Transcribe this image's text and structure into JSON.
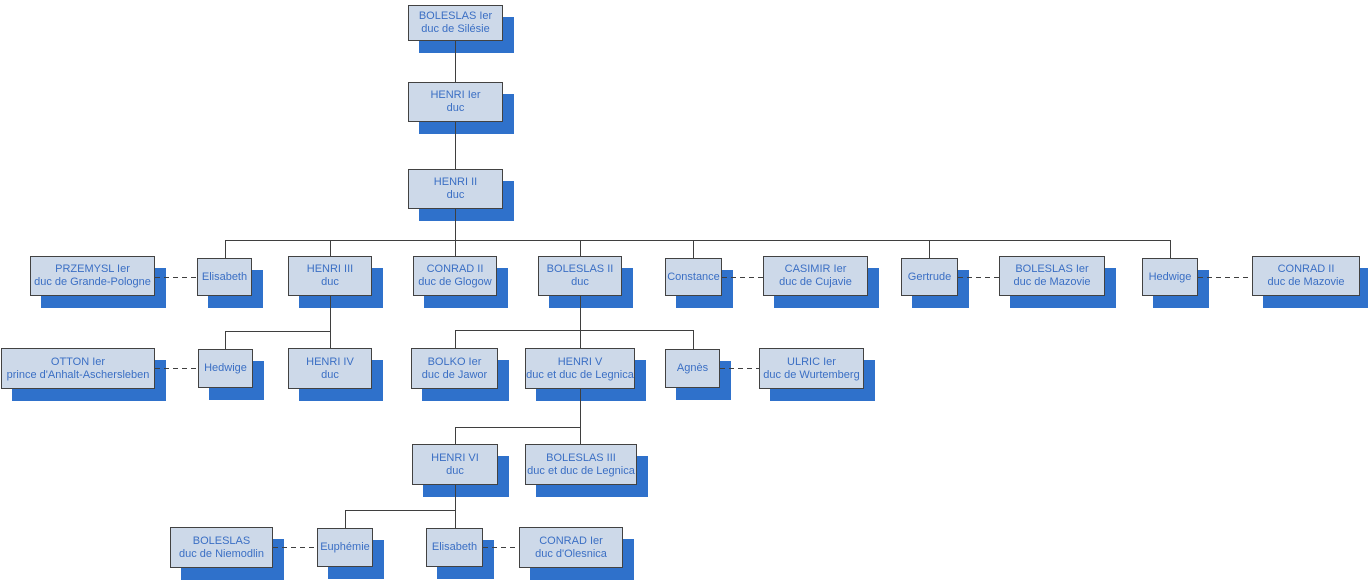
{
  "diagram": {
    "kind": "family-tree-org-chart",
    "colors": {
      "box_fill": "#cdd9e9",
      "box_border": "#424242",
      "box_shadow": "#2f71cb",
      "text": "#3b6fc4",
      "line": "#3f3f3f",
      "background": "#ffffff"
    }
  },
  "nodes": {
    "boleslas1_silesie": {
      "name": "BOLESLAS Ier",
      "title": "duc de Silésie"
    },
    "henri1": {
      "name": "HENRI Ier",
      "title": "duc"
    },
    "henri2": {
      "name": "HENRI II",
      "title": "duc"
    },
    "przemysl1": {
      "name": "PRZEMYSL Ier",
      "title": "duc de Grande-Pologne"
    },
    "elisabeth_h2": {
      "name": "Elisabeth"
    },
    "henri3": {
      "name": "HENRI III",
      "title": "duc"
    },
    "conrad2_glogow": {
      "name": "CONRAD II",
      "title": "duc de Glogow"
    },
    "boleslas2": {
      "name": "BOLESLAS II",
      "title": "duc"
    },
    "constance": {
      "name": "Constance"
    },
    "casimir1": {
      "name": "CASIMIR Ier",
      "title": "duc de Cujavie"
    },
    "gertrude": {
      "name": "Gertrude"
    },
    "boleslas1_mazovie": {
      "name": "BOLESLAS Ier",
      "title": "duc de Mazovie"
    },
    "hedwige_h2": {
      "name": "Hedwige"
    },
    "conrad2_mazovie": {
      "name": "CONRAD II",
      "title": "duc de Mazovie"
    },
    "otton1": {
      "name": "OTTON Ier",
      "title": "prince d'Anhalt-Aschersleben"
    },
    "hedwige_h3": {
      "name": "Hedwige"
    },
    "henri4": {
      "name": "HENRI IV",
      "title": "duc"
    },
    "bolko1": {
      "name": "BOLKO Ier",
      "title": "duc de Jawor"
    },
    "henri5": {
      "name": "HENRI V",
      "title": "duc et duc de Legnica"
    },
    "agnes": {
      "name": "Agnès"
    },
    "ulric1": {
      "name": "ULRIC Ier",
      "title": "duc de Wurtemberg"
    },
    "henri6": {
      "name": "HENRI VI",
      "title": "duc"
    },
    "boleslas3": {
      "name": "BOLESLAS III",
      "title": "duc et duc de Legnica"
    },
    "boleslas_niemodlin": {
      "name": "BOLESLAS",
      "title": "duc de Niemodlin"
    },
    "euphemie": {
      "name": "Euphémie"
    },
    "elisabeth_h6": {
      "name": "Elisabeth"
    },
    "conrad1_olesnica": {
      "name": "CONRAD Ier",
      "title": "duc d'Olesnica"
    }
  },
  "edges": {
    "descent": [
      [
        "boleslas1_silesie",
        "henri1"
      ],
      [
        "henri1",
        "henri2"
      ],
      [
        "henri2",
        "elisabeth_h2"
      ],
      [
        "henri2",
        "henri3"
      ],
      [
        "henri2",
        "conrad2_glogow"
      ],
      [
        "henri2",
        "boleslas2"
      ],
      [
        "henri2",
        "constance"
      ],
      [
        "henri2",
        "gertrude"
      ],
      [
        "henri2",
        "hedwige_h2"
      ],
      [
        "henri3",
        "hedwige_h3"
      ],
      [
        "henri3",
        "henri4"
      ],
      [
        "boleslas2",
        "bolko1"
      ],
      [
        "boleslas2",
        "henri5"
      ],
      [
        "boleslas2",
        "agnes"
      ],
      [
        "henri5",
        "henri6"
      ],
      [
        "henri5",
        "boleslas3"
      ],
      [
        "henri6",
        "euphemie"
      ],
      [
        "henri6",
        "elisabeth_h6"
      ]
    ],
    "marriages": [
      [
        "przemysl1",
        "elisabeth_h2"
      ],
      [
        "constance",
        "casimir1"
      ],
      [
        "gertrude",
        "boleslas1_mazovie"
      ],
      [
        "hedwige_h2",
        "conrad2_mazovie"
      ],
      [
        "otton1",
        "hedwige_h3"
      ],
      [
        "agnes",
        "ulric1"
      ],
      [
        "boleslas_niemodlin",
        "euphemie"
      ],
      [
        "elisabeth_h6",
        "conrad1_olesnica"
      ]
    ]
  }
}
